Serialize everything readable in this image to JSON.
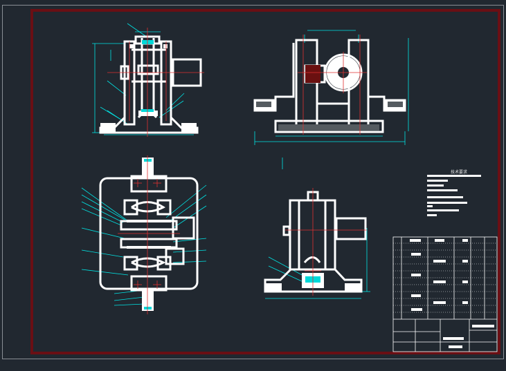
{
  "drawing": {
    "tech_notes_title": "技术要求",
    "views": [
      "front-view",
      "side-view",
      "top-view",
      "left-view"
    ]
  },
  "colors": {
    "background": "#212830",
    "frame": "#8a8f96",
    "border": "#6a0f14",
    "part": "#ffffff",
    "dimension": "#00e5e5",
    "centerline": "#e03030",
    "accent": "#00d8d8"
  }
}
